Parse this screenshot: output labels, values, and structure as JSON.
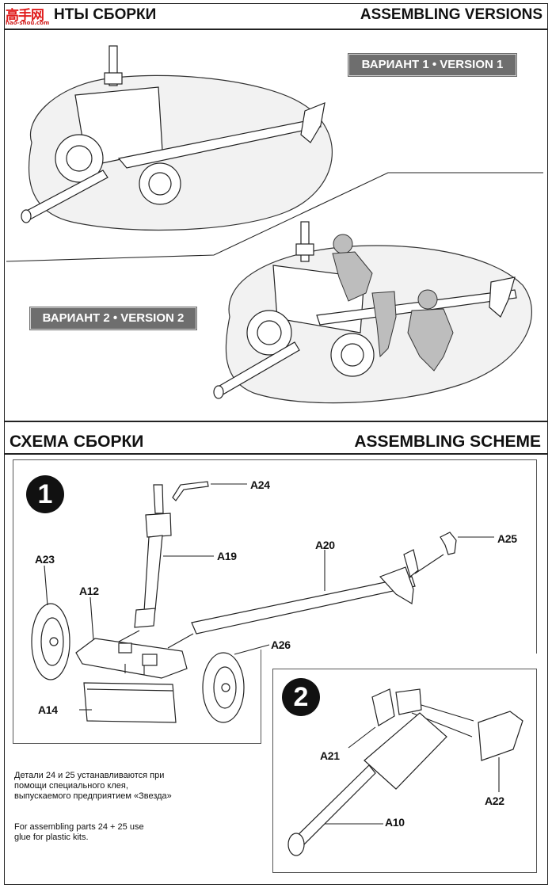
{
  "logo": {
    "text": "高手网",
    "url": "hao-shou.com"
  },
  "versions_section": {
    "title_ru": "ВАРИАНТЫ СБОРКИ",
    "title_ru_visible": "НТЫ СБОРКИ",
    "title_en": "ASSEMBLING VERSIONS",
    "version1_label": "ВАРИАНТ 1 • VERSION 1",
    "version2_label": "ВАРИАНТ 2 • VERSION 2"
  },
  "scheme_section": {
    "title_ru": "СХЕМА СБОРКИ",
    "title_en": "ASSEMBLING SCHEME"
  },
  "step1": {
    "number": "1",
    "parts": [
      "A24",
      "A19",
      "A20",
      "A25",
      "A23",
      "A12",
      "A26",
      "A14"
    ]
  },
  "step2": {
    "number": "2",
    "parts": [
      "A21",
      "A22",
      "A10"
    ]
  },
  "notes": {
    "ru": "Детали 24 и 25 устанавливаются при помощи специального клея, выпускаемого предприятием «Звезда»",
    "en": "For assembling parts 24 + 25 use glue for plastic kits."
  },
  "colors": {
    "badge_bg": "#6e6e6e",
    "logo_red": "#e01b1b"
  }
}
